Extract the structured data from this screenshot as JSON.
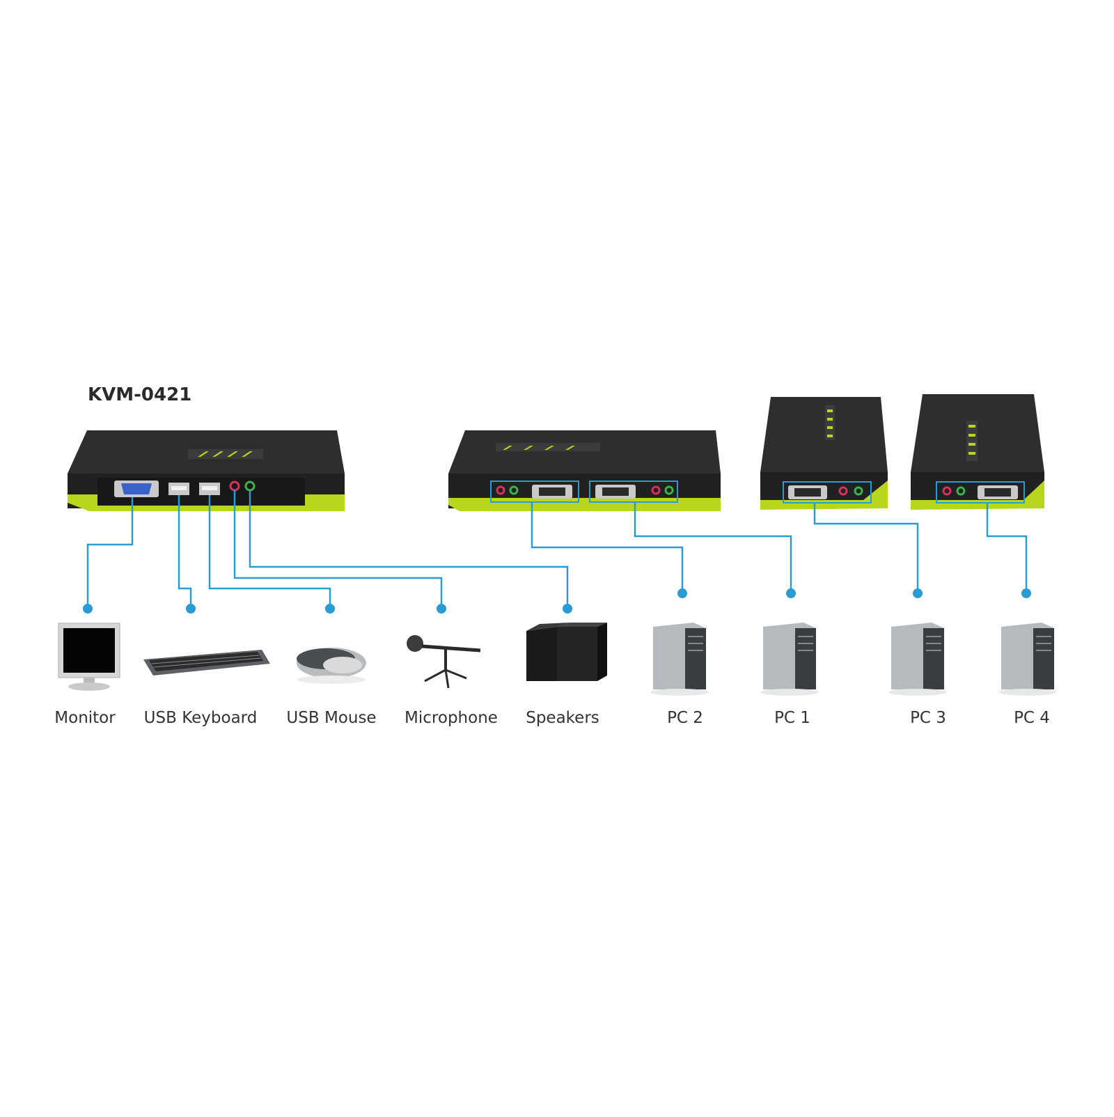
{
  "title": "KVM-0421",
  "colors": {
    "line": "#2b9bd4",
    "body": "#2c2e30",
    "accent": "#b9d61c",
    "port_blue": "#3b62c9",
    "audio_red": "#d8325a",
    "audio_green": "#3fb24a"
  },
  "devices": [
    {
      "id": "monitor",
      "label": "Monitor",
      "icon": "monitor-icon"
    },
    {
      "id": "keyboard",
      "label": "USB Keyboard",
      "icon": "keyboard-icon"
    },
    {
      "id": "mouse",
      "label": "USB Mouse",
      "icon": "mouse-icon"
    },
    {
      "id": "microphone",
      "label": "Microphone",
      "icon": "microphone-icon"
    },
    {
      "id": "speakers",
      "label": "Speakers",
      "icon": "speakers-icon"
    },
    {
      "id": "pc2",
      "label": "PC 2",
      "icon": "pc-tower-icon"
    },
    {
      "id": "pc1",
      "label": "PC 1",
      "icon": "pc-tower-icon"
    },
    {
      "id": "pc3",
      "label": "PC 3",
      "icon": "pc-tower-icon"
    },
    {
      "id": "pc4",
      "label": "PC 4",
      "icon": "pc-tower-icon"
    }
  ],
  "switch_views": [
    {
      "id": "front",
      "icon": "kvm-switch-console-side-icon"
    },
    {
      "id": "rear",
      "icon": "kvm-switch-pc-ports-icon"
    },
    {
      "id": "side-a",
      "icon": "kvm-switch-side-icon"
    },
    {
      "id": "side-b",
      "icon": "kvm-switch-side-icon"
    }
  ]
}
